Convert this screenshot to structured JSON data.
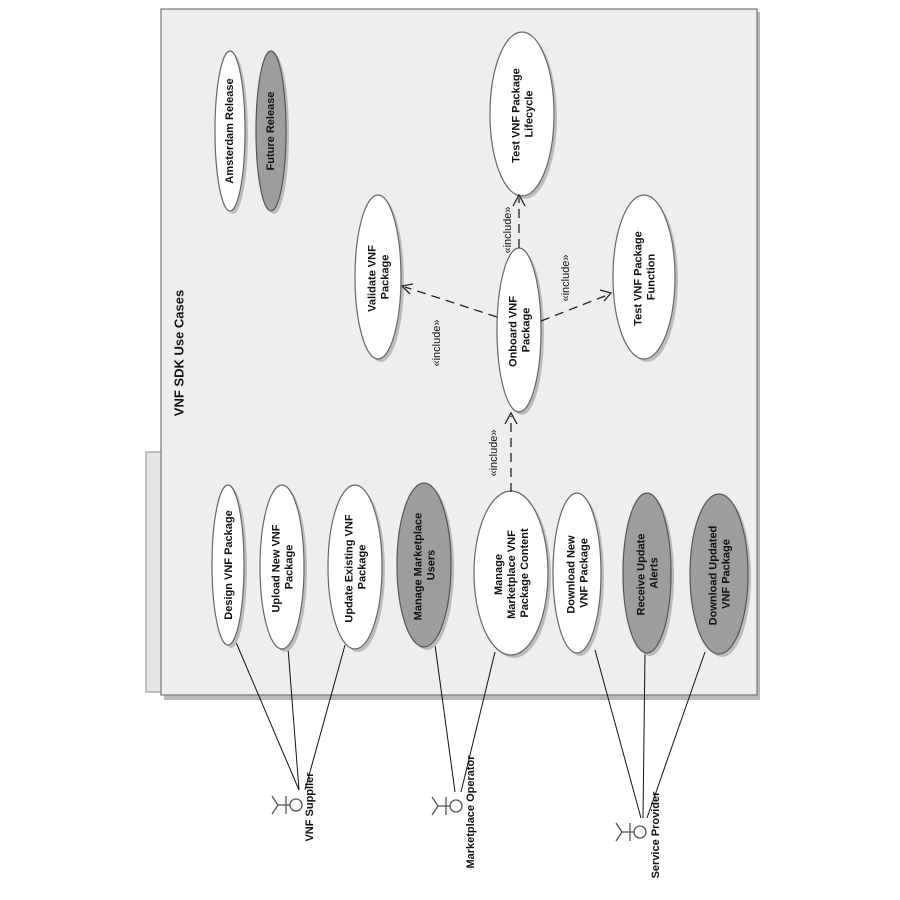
{
  "diagram": {
    "title": "VNF SDK Use Cases",
    "legend": {
      "current": "Amsterdam Release",
      "future": "Future Release"
    },
    "use_cases": {
      "design": [
        "Design VNF Package"
      ],
      "upload": [
        "Upload New VNF",
        "Package"
      ],
      "update": [
        "Update Existing VNF",
        "Package"
      ],
      "manage_users": [
        "Manage Marketplace",
        "Users"
      ],
      "manage_content": [
        "Manage",
        "Marketplace VNF",
        "Package Content"
      ],
      "download_new": [
        "Download New",
        "VNF Package"
      ],
      "alerts": [
        "Receive Update",
        "Alerts"
      ],
      "download_updated": [
        "Download Updated",
        "VNF Package"
      ],
      "onboard": [
        "Onboard VNF",
        "Package"
      ],
      "validate": [
        "Validate VNF",
        "Package"
      ],
      "test_lifecycle": [
        "Test VNF Package",
        "Lifecycle"
      ],
      "test_function": [
        "Test VNF Package",
        "Function"
      ]
    },
    "include_label": "«include»",
    "actors": {
      "supplier": "VNF Supplier",
      "operator": "Marketplace Operator",
      "provider": "Service Provider"
    }
  }
}
